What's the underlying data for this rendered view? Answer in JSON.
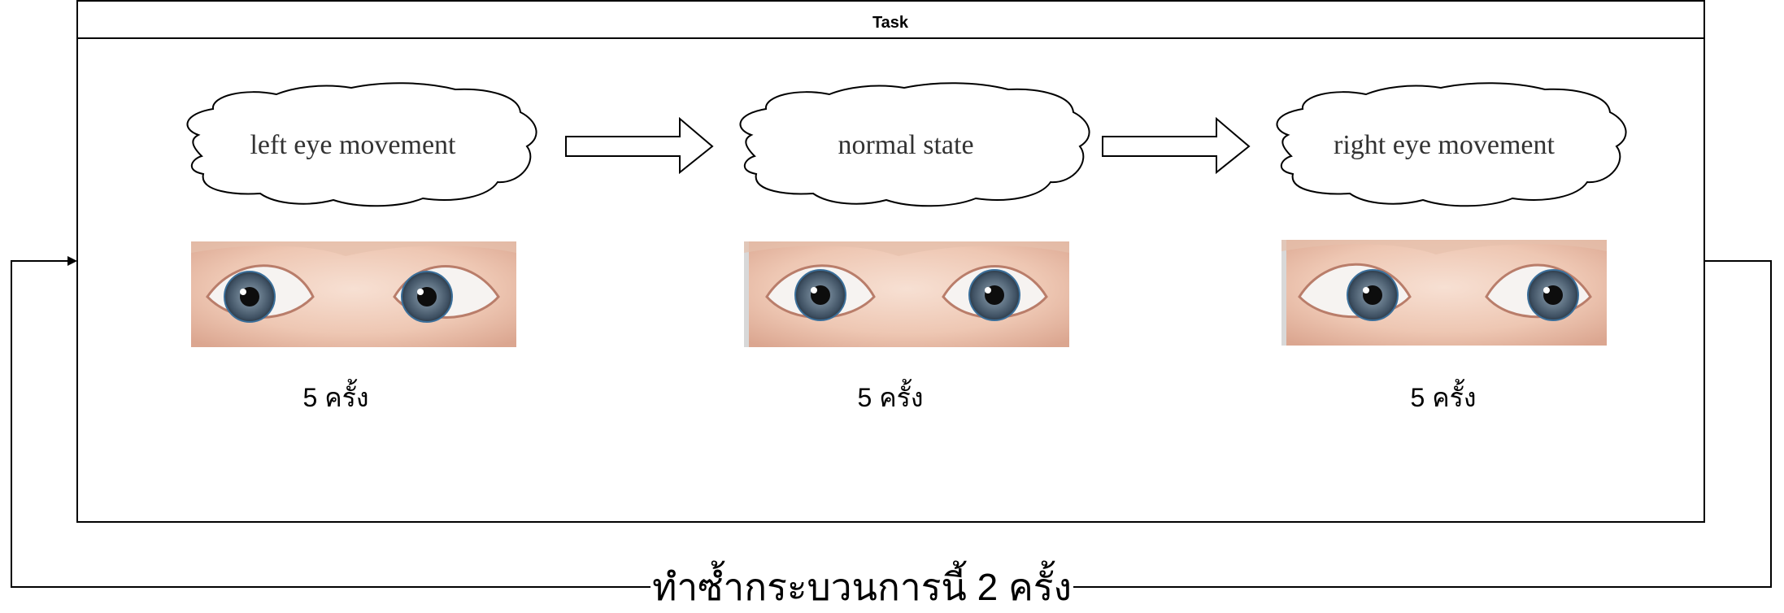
{
  "task": {
    "title": "Task"
  },
  "steps": [
    {
      "cloud_label": "left eye movement",
      "count_label": "5 ครั้ง",
      "gaze": "left"
    },
    {
      "cloud_label": "normal state",
      "count_label": "5 ครั้ง",
      "gaze": "center"
    },
    {
      "cloud_label": "right eye movement",
      "count_label": "5 ครั้ง",
      "gaze": "right"
    }
  ],
  "loop": {
    "label": "ทำซ้ำกระบวนการนี้ 2 ครั้ง"
  },
  "colors": {
    "skin_light": "#f2d2c2",
    "skin_dark": "#d9a48e",
    "iris": "#5a6b7a",
    "iris_ring": "#3b6f9a",
    "pupil": "#0d0d0d",
    "sclera": "#f5f5f5",
    "line": "#000000"
  }
}
